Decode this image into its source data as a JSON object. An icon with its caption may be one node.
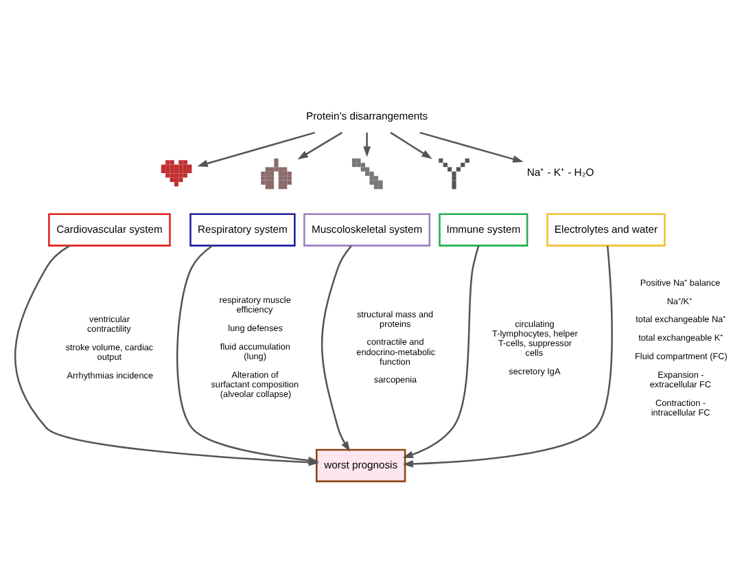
{
  "diagram": {
    "nodes": [
      {
        "text": [
          "Protein’s disarrangements"
        ]
      },
      {
        "text": [],
        "shape": "picture"
      },
      {
        "text": [],
        "shape": "picture"
      },
      {
        "text": [],
        "shape": "picture"
      },
      {
        "text": [],
        "shape": "picture"
      },
      {
        "text": [
          "Na⁺ - K⁺ - H₂O"
        ]
      },
      {
        "text": [
          "Cardiovascular system"
        ]
      },
      {
        "text": [
          "Respiratory system"
        ]
      },
      {
        "text": [
          "Muscoloskeletal system"
        ]
      },
      {
        "text": [
          "Immune system"
        ]
      },
      {
        "text": [
          "Electrolytes and water"
        ]
      },
      {
        "text": [
          "worst prognosis"
        ]
      }
    ],
    "edges": [
      {
        "from": 0,
        "to": 1,
        "arrow": "to"
      },
      {
        "from": 0,
        "to": 2,
        "arrow": "to"
      },
      {
        "from": 0,
        "to": 3,
        "arrow": "to"
      },
      {
        "from": 0,
        "to": 4,
        "arrow": "to"
      },
      {
        "from": 0,
        "to": 5,
        "arrow": "to"
      },
      {
        "from": 6,
        "to": 11,
        "arrow": "to"
      },
      {
        "from": 7,
        "to": 11,
        "arrow": "to"
      },
      {
        "from": 8,
        "to": 11,
        "arrow": "to"
      },
      {
        "from": 9,
        "to": 11,
        "arrow": "to"
      },
      {
        "from": 10,
        "to": 11,
        "arrow": "to"
      }
    ],
    "labels": [
      "ventricular contractility",
      "stroke volume, cardiac output",
      "Arrhythmias incidence",
      "respiratory muscle efficiency",
      "lung defenses",
      "fluid accumulation (lung)",
      "Alteration of surfactant composition (alveolar collapse)",
      "structural mass and proteins",
      "contractile and endocrino-metabolic function",
      "sarcopenia",
      "circulating T-lymphocytes, helper T-cells, suppressor cells",
      "secretory IgA",
      "Positive Na⁺ balance",
      "Na⁺/K⁺",
      "total exchangeable Na⁺",
      "total exchangeable K⁺",
      "Fluid compartment (FC)",
      "Expansion - extracellular FC",
      "Contraction - intracellular FC"
    ]
  }
}
